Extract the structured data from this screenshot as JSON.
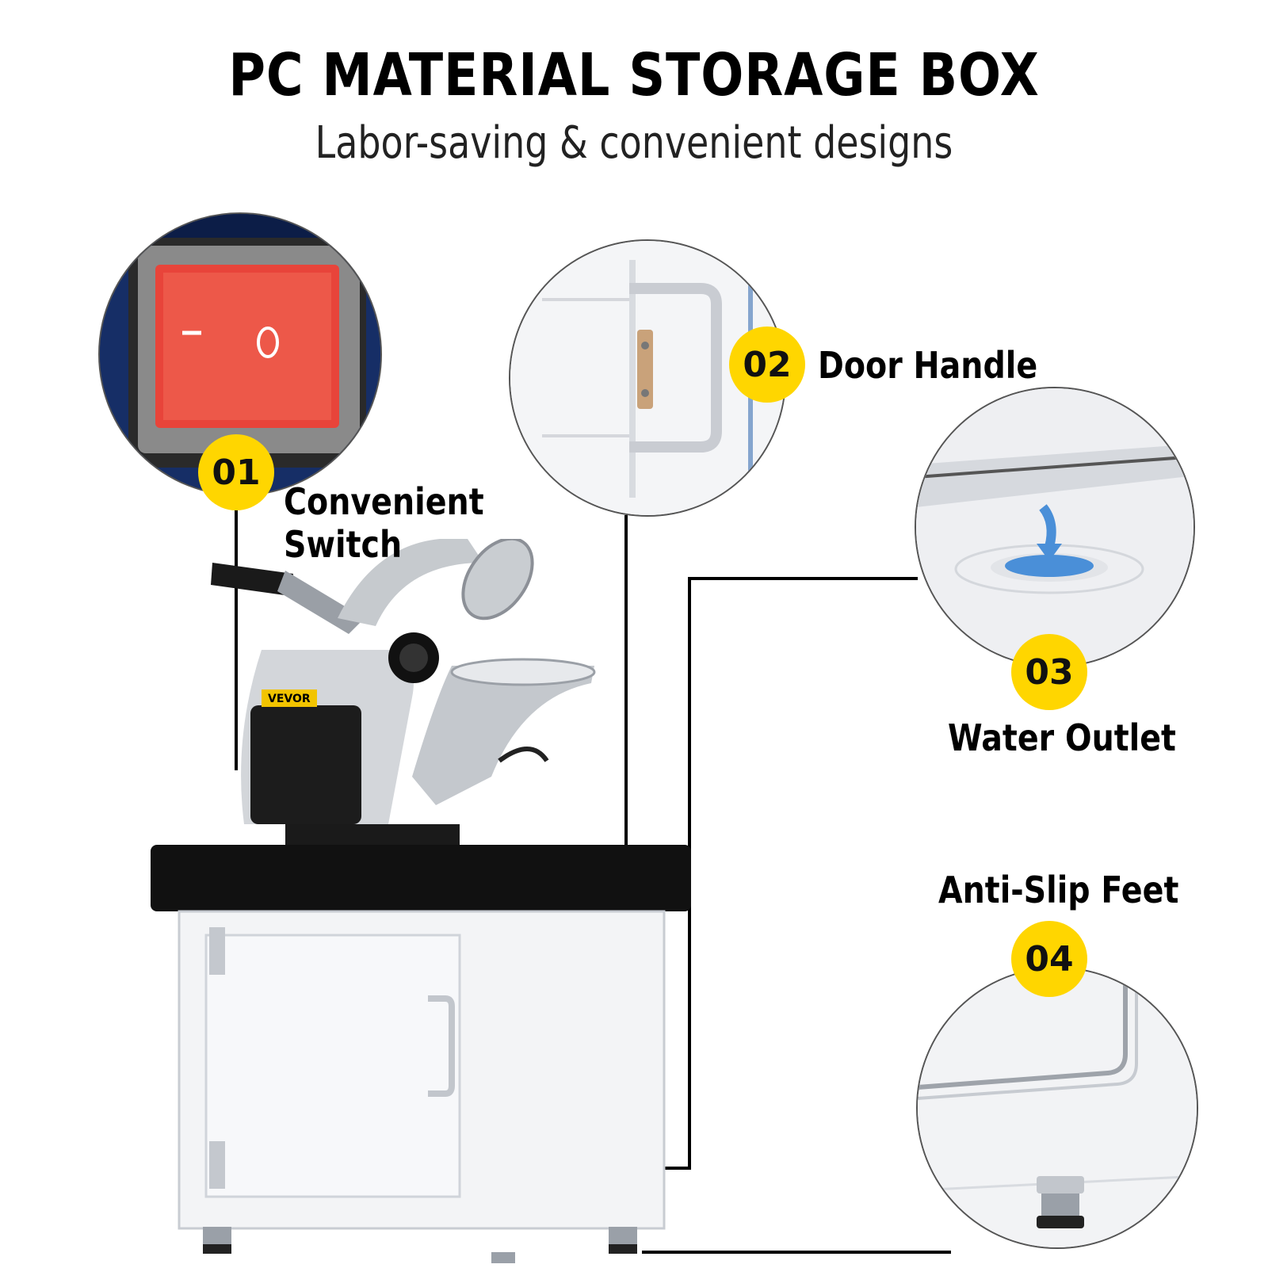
{
  "header": {
    "title": "PC MATERIAL STORAGE BOX",
    "subtitle": "Labor-saving & convenient designs"
  },
  "features": [
    {
      "number": "01",
      "label_line1": "Convenient",
      "label_line2": "Switch"
    },
    {
      "number": "02",
      "label": "Door Handle"
    },
    {
      "number": "03",
      "label": "Water Outlet"
    },
    {
      "number": "04",
      "label": "Anti-Slip Feet"
    }
  ],
  "brand": {
    "name": "VEVOR"
  },
  "colors": {
    "badge": "#ffd600",
    "switch": "#e8443a",
    "panel": "#1c3f8c",
    "lid": "#111111"
  }
}
